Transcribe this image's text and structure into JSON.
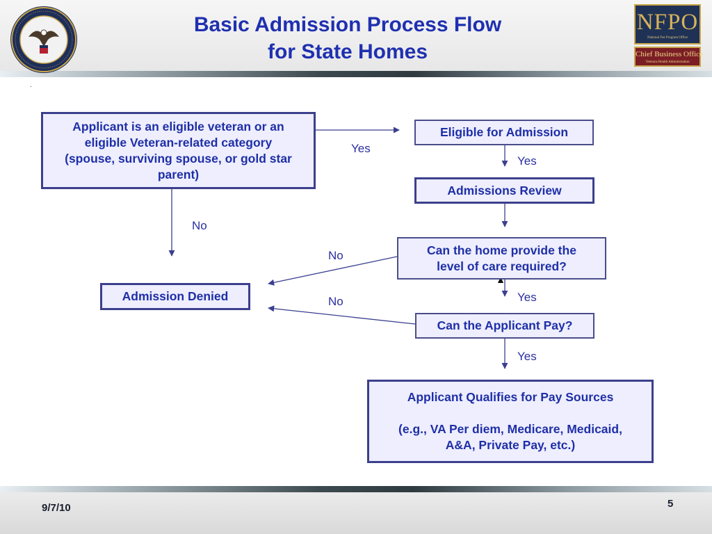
{
  "title": {
    "line1": "Basic Admission Process Flow",
    "line2": "for State Homes"
  },
  "logos": {
    "left_seal": "department-of-veterans-affairs-seal",
    "right_logo": {
      "top_text": "NFPO",
      "top_subtext": "National Fee Program Office",
      "bottom_title": "Chief Business Office",
      "bottom_subtext": "Veterans Health Administration"
    }
  },
  "stray_mark": ".",
  "nodes": {
    "applicant_eligible": {
      "lines": [
        "Applicant is an eligible veteran or an",
        "eligible Veteran-related category",
        "(spouse, surviving spouse, or gold star",
        "parent)"
      ]
    },
    "eligible_for_admission": {
      "lines": [
        "Eligible for Admission"
      ]
    },
    "admissions_review": {
      "lines": [
        "Admissions Review"
      ]
    },
    "level_of_care": {
      "lines": [
        "Can the home provide the",
        "level of care required?"
      ]
    },
    "admission_denied": {
      "lines": [
        "Admission Denied"
      ]
    },
    "can_pay": {
      "lines": [
        "Can the Applicant Pay?"
      ]
    },
    "qualifies": {
      "title": "Applicant Qualifies for Pay Sources",
      "lines": [
        "(e.g., VA Per diem, Medicare, Medicaid,",
        "A&A, Private Pay, etc.)"
      ]
    }
  },
  "edges": {
    "yes_eligible": "Yes",
    "yes_review": "Yes",
    "no_denied": "No",
    "no_care": "No",
    "yes_care": "Yes",
    "no_pay": "No",
    "yes_pay": "Yes"
  },
  "footer": {
    "date": "9/7/10",
    "page_number": "5"
  },
  "colors": {
    "title": "#1f30b0",
    "box_fill": "#eeeeff",
    "box_border": "#3c3f8c",
    "box_text": "#1f2fa6",
    "arrow": "#3a3f8f"
  }
}
